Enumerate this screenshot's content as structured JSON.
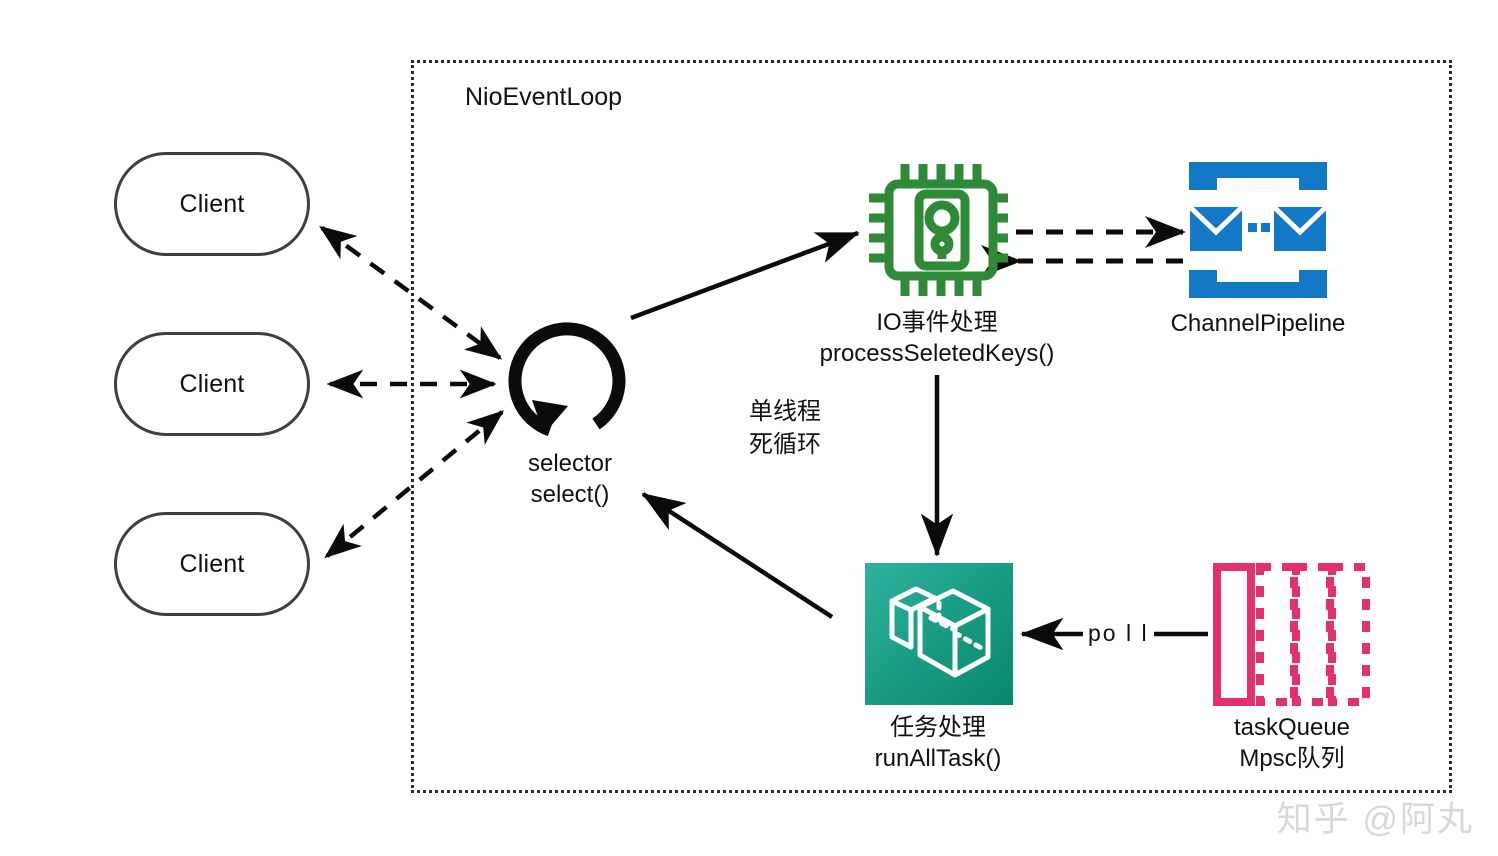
{
  "diagram": {
    "title_group": "NioEventLoop",
    "clients": [
      {
        "label": "Client"
      },
      {
        "label": "Client"
      },
      {
        "label": "Client"
      }
    ],
    "selector": {
      "line1": "selector",
      "line2": "select()",
      "icon": "circular-loop-arrow-icon"
    },
    "loop_note": {
      "line1": "单线程",
      "line2": "死循环"
    },
    "io_handler": {
      "line1": "IO事件处理",
      "line2": "processSeletedKeys()",
      "icon": "cpu-chip-icon",
      "color": "#2f8a38"
    },
    "channel_pipeline": {
      "label": "ChannelPipeline",
      "icon": "channel-pipeline-icon",
      "color": "#1379c6"
    },
    "task_runner": {
      "line1": "任务处理",
      "line2": "runAllTask()",
      "icon": "package-boxes-icon",
      "color_start": "#2fb3a0",
      "color_end": "#08876b"
    },
    "task_queue": {
      "line1": "taskQueue",
      "line2": "Mpsc队列",
      "icon": "queue-cells-icon",
      "color": "#e4306e"
    },
    "edges": {
      "poll_label": "po l l"
    },
    "watermark": "知乎 @阿丸"
  }
}
